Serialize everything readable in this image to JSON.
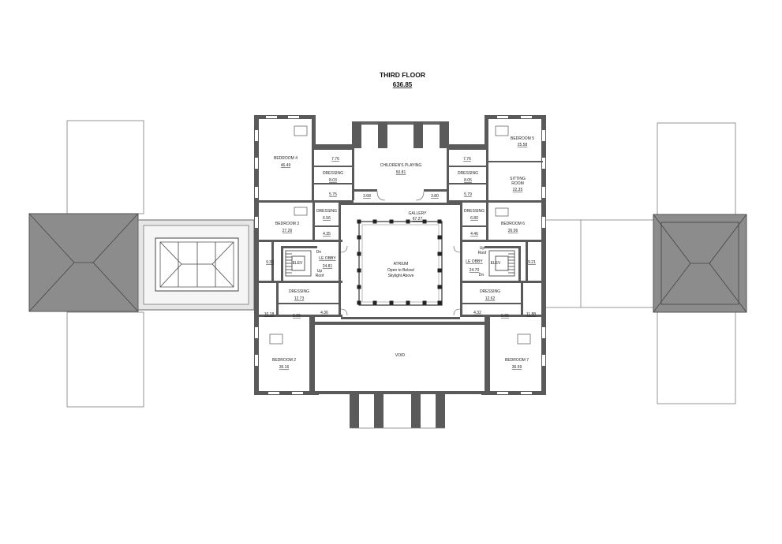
{
  "title": "THIRD FLOOR",
  "total_area": "636.85",
  "rooms": {
    "bedroom4": {
      "name": "BEDROOM 4",
      "area": "46.49"
    },
    "dressing4": {
      "name": "DRESSING",
      "area": "8.03"
    },
    "bath4": {
      "area": "7.76"
    },
    "wc4": {
      "area": "5.75"
    },
    "childrens": {
      "name": "CHILDREN'S PLAYING",
      "area": "50.81"
    },
    "lobby_l": {
      "area": "3.68"
    },
    "lobby_r": {
      "area": "3.80"
    },
    "dressing5": {
      "name": "DRESSING",
      "area": "8.05"
    },
    "bath5": {
      "area": "7.76"
    },
    "wc5": {
      "area": "5.79"
    },
    "bedroom5": {
      "name": "BEDROOM 5",
      "area": "25.58"
    },
    "sitting": {
      "name_line1": "SITTING",
      "name_line2": "ROOM",
      "area": "22.35"
    },
    "bedroom3": {
      "name": "BEDROOM 3",
      "area": "27.26"
    },
    "dressing3": {
      "name": "DRESSING",
      "area": "6.56"
    },
    "wc3": {
      "area": "4.35"
    },
    "gallery": {
      "name": "GALLERY",
      "area": "67.27"
    },
    "dressing6": {
      "name": "DRESSING",
      "area": "6.80"
    },
    "wc6": {
      "area": "4.46"
    },
    "bedroom6": {
      "name": "BEDROOM 6",
      "area": "26.06"
    },
    "atrium": {
      "name": "ATRIUM",
      "line2": "Open to Below/",
      "line3": "Skylight Above"
    },
    "elev_l": {
      "name": "ELEV",
      "lobby": "LE OBBY",
      "area": "24.81"
    },
    "elev_r": {
      "name": "ELEV",
      "lobby": "LE OBBY",
      "area": "24.70"
    },
    "bath_l": {
      "area": "9.33"
    },
    "bath_r": {
      "area": "9.21"
    },
    "up_l": {
      "line1": "Up",
      "line2": "Roof",
      "dn": "Dn"
    },
    "up_r": {
      "line1": "Up",
      "line2": "Roof",
      "dn": "Dn"
    },
    "dressing2": {
      "name": "DRESSING",
      "area": "12.73"
    },
    "bath2": {
      "area": "10.18"
    },
    "wc2": {
      "area": "5.65"
    },
    "hall2": {
      "area": "4.36"
    },
    "dressing7": {
      "name": "DRESSING",
      "area": "12.62"
    },
    "bath7": {
      "area": "11.88"
    },
    "wc7": {
      "area": "5.65"
    },
    "hall7": {
      "area": "4.32"
    },
    "bedroom2": {
      "name": "BEDROOM 2",
      "area": "36.16"
    },
    "void": {
      "name": "VOID"
    },
    "bedroom7": {
      "name": "BEDROOM 7",
      "area": "36.59"
    }
  }
}
